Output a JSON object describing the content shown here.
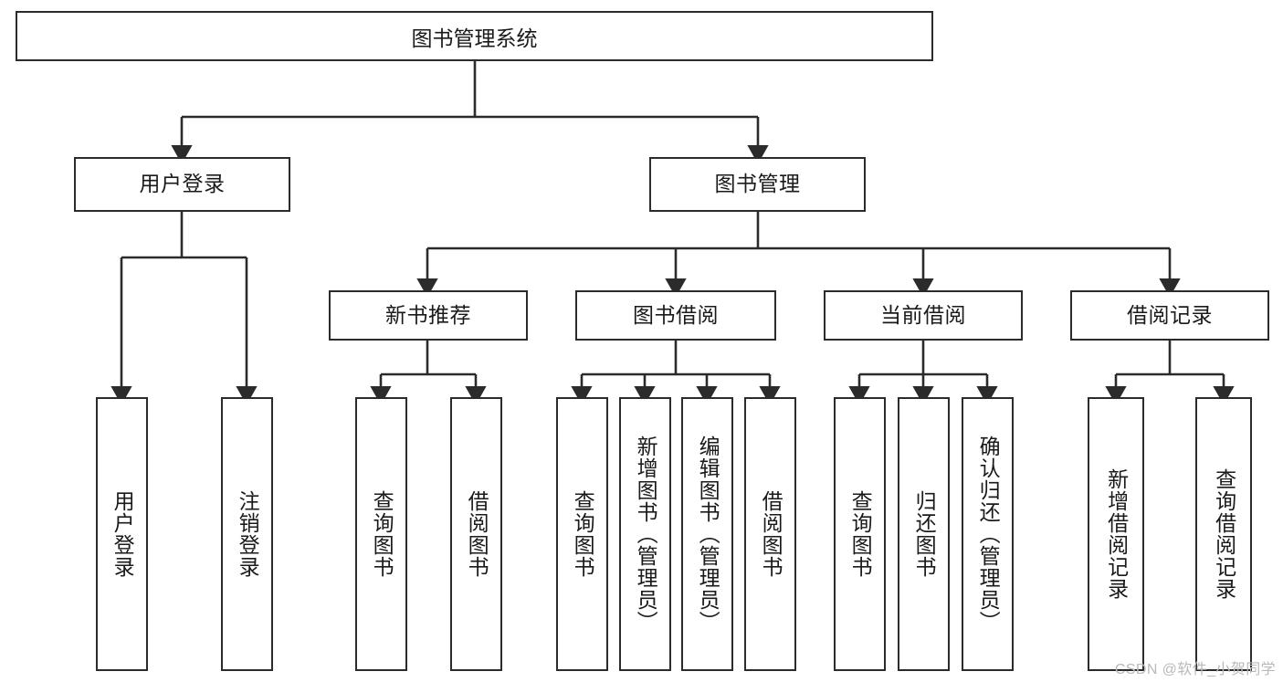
{
  "diagram": {
    "title": "图书管理系统",
    "type": "hierarchy-tree",
    "root": {
      "label": "图书管理系统"
    },
    "level1": [
      {
        "label": "用户登录"
      },
      {
        "label": "图书管理"
      }
    ],
    "level2": [
      {
        "label": "新书推荐"
      },
      {
        "label": "图书借阅"
      },
      {
        "label": "当前借阅"
      },
      {
        "label": "借阅记录"
      }
    ],
    "leaves": {
      "user_login": [
        {
          "label": "用户登录"
        },
        {
          "label": "注销登录"
        }
      ],
      "new_book_recommend": [
        {
          "label": "查询图书"
        },
        {
          "label": "借阅图书"
        }
      ],
      "book_borrow": [
        {
          "label": "查询图书"
        },
        {
          "label": "新增图书（管理员）"
        },
        {
          "label": "编辑图书（管理员）"
        },
        {
          "label": "借阅图书"
        }
      ],
      "current_borrow": [
        {
          "label": "查询图书"
        },
        {
          "label": "归还图书"
        },
        {
          "label": "确认归还（管理员）"
        }
      ],
      "borrow_record": [
        {
          "label": "新增借阅记录"
        },
        {
          "label": "查询借阅记录"
        }
      ]
    }
  },
  "watermark": {
    "text": "CSDN @软件_小贺同学"
  },
  "colors": {
    "stroke": "#2b2b2b",
    "background": "#ffffff",
    "text": "#1a1a1a",
    "watermark": "#b9b9b9"
  }
}
